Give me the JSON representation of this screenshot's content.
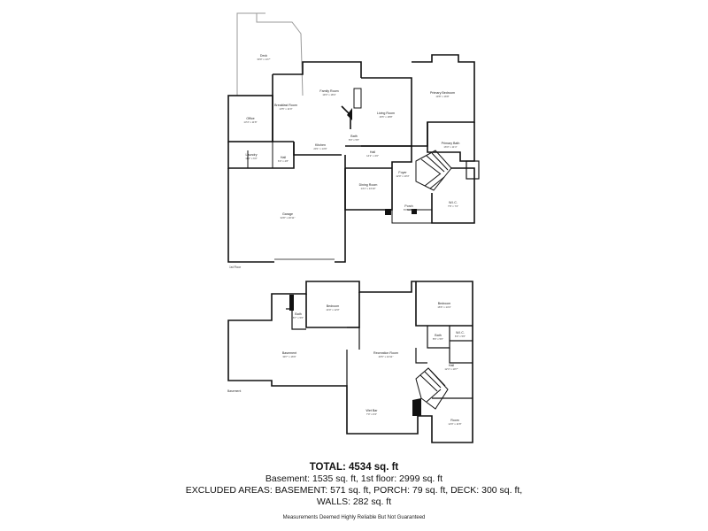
{
  "floors": {
    "first_floor": {
      "label": "1st Floor",
      "rooms": [
        {
          "key": "deck",
          "name": "Deck",
          "dims": "30'0\" x 14'7\""
        },
        {
          "key": "office",
          "name": "Office",
          "dims": "13'4\" x 11'8\""
        },
        {
          "key": "breakfast",
          "name": "Breakfast Room",
          "dims": "13'5\" x 11'9\""
        },
        {
          "key": "family",
          "name": "Family Room",
          "dims": "19'3\" x 18'4\""
        },
        {
          "key": "living",
          "name": "Living Room",
          "dims": "16'5\" x 18'8\""
        },
        {
          "key": "primary",
          "name": "Primary Bedroom",
          "dims": "19'8\" x 16'8\""
        },
        {
          "key": "kitchen",
          "name": "Kitchen",
          "dims": "20'1\" x 14'9\""
        },
        {
          "key": "bath1",
          "name": "Bath",
          "dims": "8'0\" x 5'6\""
        },
        {
          "key": "laundry",
          "name": "Laundry",
          "dims": "11'0\" x 6'0\""
        },
        {
          "key": "hall1",
          "name": "Hall",
          "dims": "6'0\" x 4'8\""
        },
        {
          "key": "hall2",
          "name": "Hall",
          "dims": "14'2\" x 4'0\""
        },
        {
          "key": "foyer",
          "name": "Foyer",
          "dims": "12'0\" x 10'3\""
        },
        {
          "key": "primary_bath",
          "name": "Primary Bath",
          "dims": "16'0\" x 11'4\""
        },
        {
          "key": "dining",
          "name": "Dining Room",
          "dims": "14'1\" x 13'10\""
        },
        {
          "key": "garage",
          "name": "Garage",
          "dims": "32'8\" x 26'11\""
        },
        {
          "key": "porch",
          "name": "Porch",
          "dims": "8'9\" x 4'0\""
        },
        {
          "key": "wic1",
          "name": "W.I.C.",
          "dims": "7'8\" x 7'2\""
        }
      ]
    },
    "basement": {
      "label": "Basement",
      "rooms": [
        {
          "key": "bedroom_b1",
          "name": "Bedroom",
          "dims": "14'0\" x 12'0\""
        },
        {
          "key": "bath_b1",
          "name": "Bath",
          "dims": "8'7\" x 5'6\""
        },
        {
          "key": "basement",
          "name": "Basement",
          "dims": "39'7\" x 16'9\""
        },
        {
          "key": "rec",
          "name": "Recreation Room",
          "dims": "26'5\" x 24'11\""
        },
        {
          "key": "bedroom_b2",
          "name": "Bedroom",
          "dims": "16'6\" x 14'4\""
        },
        {
          "key": "bath_b2",
          "name": "Bath",
          "dims": "8'6\" x 5'0\""
        },
        {
          "key": "wic2",
          "name": "W.I.C.",
          "dims": "6'0\" x 5'6\""
        },
        {
          "key": "hall_b",
          "name": "Hall",
          "dims": "12'4\" x 10'7\""
        },
        {
          "key": "wet_bar",
          "name": "Wet Bar",
          "dims": "7'0\" x 6'4\""
        },
        {
          "key": "room",
          "name": "Room",
          "dims": "12'0\" x 11'8\""
        }
      ]
    }
  },
  "summary": {
    "total": "TOTAL: 4534 sq. ft",
    "line1": "Basement: 1535 sq. ft, 1st floor: 2999 sq. ft",
    "line2": "EXCLUDED AREAS: BASEMENT: 571 sq. ft, PORCH: 79 sq. ft, DECK: 300 sq. ft,",
    "line3": "WALLS: 282 sq. ft",
    "disclaimer": "Measurements Deemed Highly Reliable But Not Guaranteed"
  },
  "colors": {
    "wall": "#111111",
    "deck_outline": "#9a9a9a",
    "background": "#ffffff"
  }
}
